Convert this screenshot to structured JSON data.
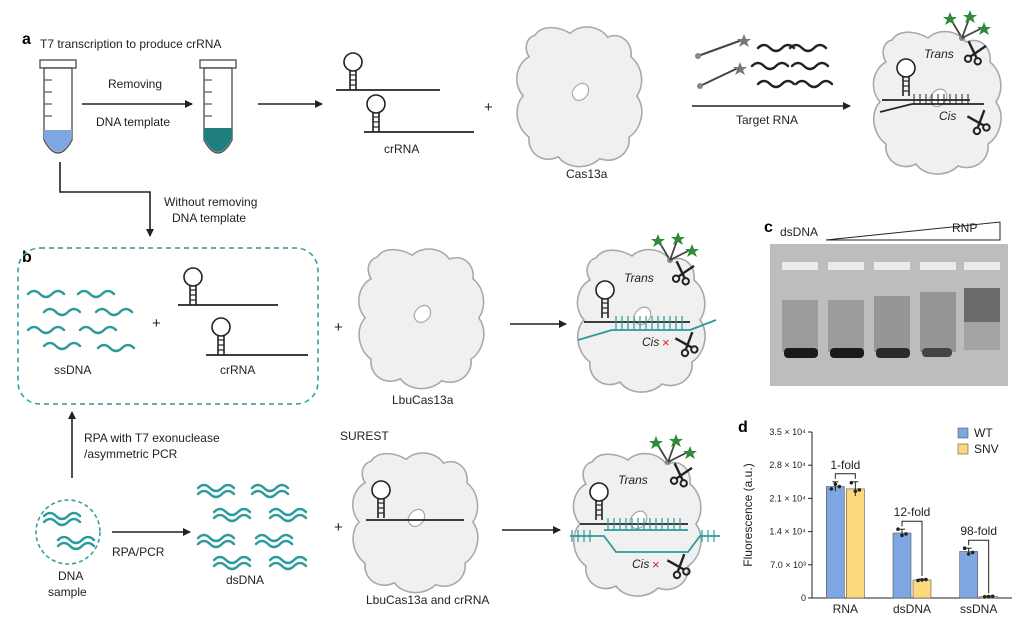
{
  "panels": {
    "a": "a",
    "b": "b",
    "c": "c",
    "d": "d"
  },
  "panel_a": {
    "t7_label": "T7 transcription to produce crRNA",
    "removing_1": "Removing",
    "removing_2": "DNA template",
    "crrna": "crRNA",
    "plus": "+",
    "cas13a": "Cas13a",
    "target_rna": "Target RNA",
    "trans": "Trans",
    "cis": "Cis",
    "without_1": "Without removing",
    "without_2": "DNA template"
  },
  "panel_b": {
    "ssdna": "ssDNA",
    "crrna": "crRNA",
    "plus": "+",
    "lbu": "LbuCas13a",
    "trans": "Trans",
    "cis": "Cis",
    "rpa_1": "RPA with T7 exonuclease",
    "rpa_2": "/asymmetric PCR",
    "surest": "SUREST",
    "dna_1": "DNA",
    "dna_2": "sample",
    "rpa_pcr": "RPA/PCR",
    "dsdna": "dsDNA",
    "lbu_crrna": "LbuCas13a and crRNA",
    "trans2": "Trans",
    "cis2": "Cis"
  },
  "panel_c": {
    "dsdna": "dsDNA",
    "rnp": "RNP"
  },
  "chart_data": {
    "type": "bar",
    "categories": [
      "RNA",
      "dsDNA",
      "ssDNA"
    ],
    "series": [
      {
        "name": "WT",
        "color": "#7ea6e0",
        "values": [
          23500,
          13700,
          9800
        ],
        "errors": [
          1000,
          800,
          700
        ],
        "points": [
          [
            23000,
            24000,
            23500
          ],
          [
            14500,
            13200,
            13500
          ],
          [
            10500,
            9300,
            9600
          ]
        ]
      },
      {
        "name": "SNV",
        "color": "#fbd97c",
        "values": [
          23000,
          3800,
          300
        ],
        "errors": [
          1500,
          200,
          100
        ],
        "points": [
          [
            24300,
            22500,
            22800
          ],
          [
            3700,
            3800,
            3900
          ],
          [
            250,
            300,
            350
          ]
        ]
      }
    ],
    "folds": [
      "1-fold",
      "12-fold",
      "98-fold"
    ],
    "ylabel": "Fluorescence (a.u.)",
    "ylim": [
      0,
      35000
    ],
    "yticks": [
      {
        "v": 0,
        "label": "0"
      },
      {
        "v": 7000,
        "label": "7.0 × 10³"
      },
      {
        "v": 14000,
        "label": "1.4 × 10⁴"
      },
      {
        "v": 21000,
        "label": "2.1 × 10⁴"
      },
      {
        "v": 28000,
        "label": "2.8 × 10⁴"
      },
      {
        "v": 35000,
        "label": "3.5 × 10⁴"
      }
    ],
    "legend": "top-right"
  }
}
